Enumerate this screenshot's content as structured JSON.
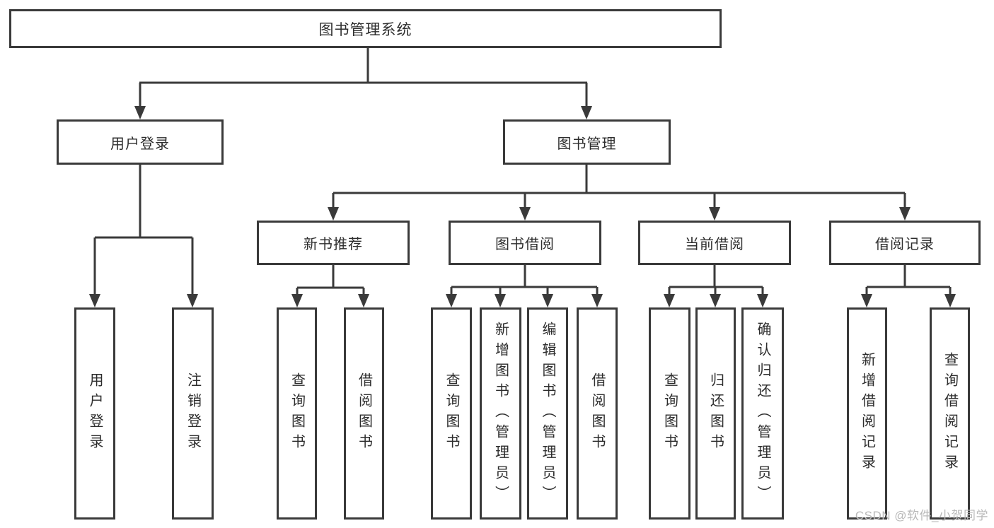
{
  "page": {
    "background": "#ffffff",
    "line_color": "#3a3a3a",
    "text_color": "#2d2d2d"
  },
  "watermark": {
    "text": "CSDN @软件_小贺同学",
    "color": "#b9b9b9"
  },
  "tree": {
    "root": {
      "label": "图书管理系统"
    },
    "level2": [
      {
        "label": "用户登录"
      },
      {
        "label": "图书管理"
      }
    ],
    "level3": [
      {
        "label": "新书推荐"
      },
      {
        "label": "图书借阅"
      },
      {
        "label": "当前借阅"
      },
      {
        "label": "借阅记录"
      }
    ],
    "leaves": {
      "user_login": [
        "用户登录",
        "注销登录"
      ],
      "new_books": [
        "查询图书",
        "借阅图书"
      ],
      "book_borrow": [
        "查询图书",
        "新增图书（管理员）",
        "编辑图书（管理员）",
        "借阅图书"
      ],
      "current_borrow": [
        "查询图书",
        "归还图书",
        "确认归还（管理员）"
      ],
      "borrow_records": [
        "新增借阅记录",
        "查询借阅记录"
      ]
    }
  }
}
